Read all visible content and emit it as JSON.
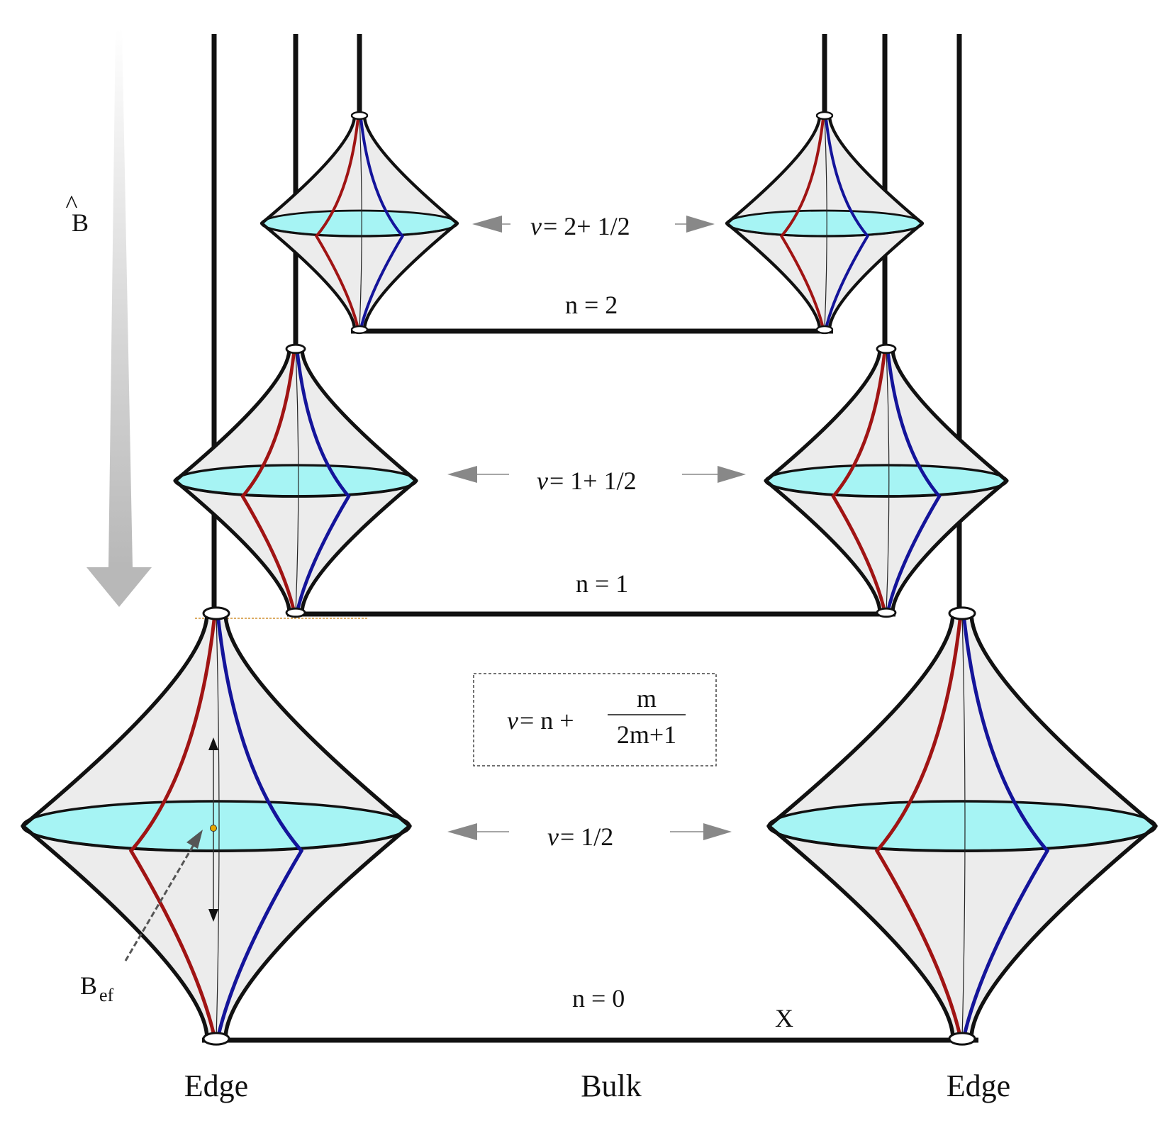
{
  "diagram": {
    "field_label": "B",
    "field_hat": "^",
    "bef_label": "B",
    "bef_sub": "ef",
    "levels": [
      {
        "n_label": "n  = 2",
        "nu_sym": "v",
        "nu_rest": " = 2+ 1/2"
      },
      {
        "n_label": "n  = 1",
        "nu_sym": "v",
        "nu_rest": " = 1+ 1/2"
      },
      {
        "n_label": "n  = 0",
        "nu_sym": "v",
        "nu_rest": " = 1/2"
      }
    ],
    "formula": {
      "lhs_sym": "v",
      "lhs_rest": " = n +",
      "numerator": "m",
      "denominator": "2m+1"
    },
    "x_label": "X",
    "bottom_labels": {
      "left": "Edge",
      "center": "Bulk",
      "right": "Edge"
    },
    "colors": {
      "red_line": "#a01414",
      "blue_line": "#14149a",
      "disk": "#a6f4f4",
      "body": "#ececec",
      "arrow": "#888888"
    }
  }
}
